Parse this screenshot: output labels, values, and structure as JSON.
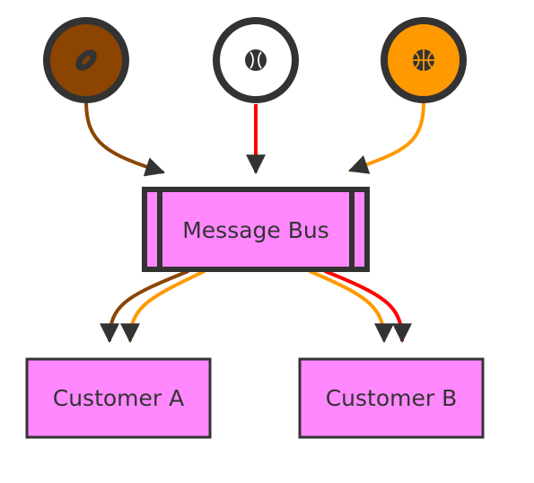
{
  "nodes": {
    "bus": {
      "label": "Message Bus"
    },
    "customer_a": {
      "label": "Customer A"
    },
    "customer_b": {
      "label": "Customer B"
    },
    "sources": [
      {
        "icon": "football-icon",
        "fill": "#8B4500"
      },
      {
        "icon": "baseball-icon",
        "fill": "#FFFFFF"
      },
      {
        "icon": "basketball-icon",
        "fill": "#FF9900"
      }
    ]
  },
  "colors": {
    "node_fill": "#FF88FF",
    "stroke": "#333333",
    "football_edge": "#8B4500",
    "baseball_edge": "#FF0000",
    "basketball_edge": "#FF9900"
  }
}
